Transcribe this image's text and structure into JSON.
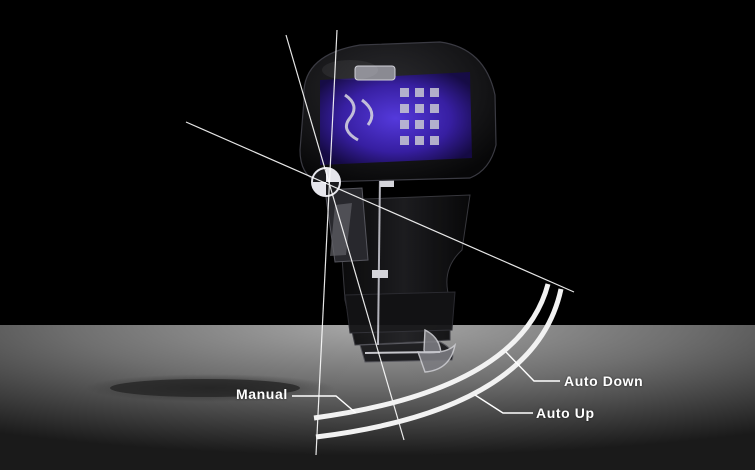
{
  "labels": {
    "manual": "Manual",
    "auto_down": "Auto Down",
    "auto_up": "Auto Up"
  },
  "colors": {
    "background": "#000000",
    "floor": "#8d8d8d",
    "engine_glow": "#4a2fd0",
    "guide_lines": "#ffffff"
  }
}
